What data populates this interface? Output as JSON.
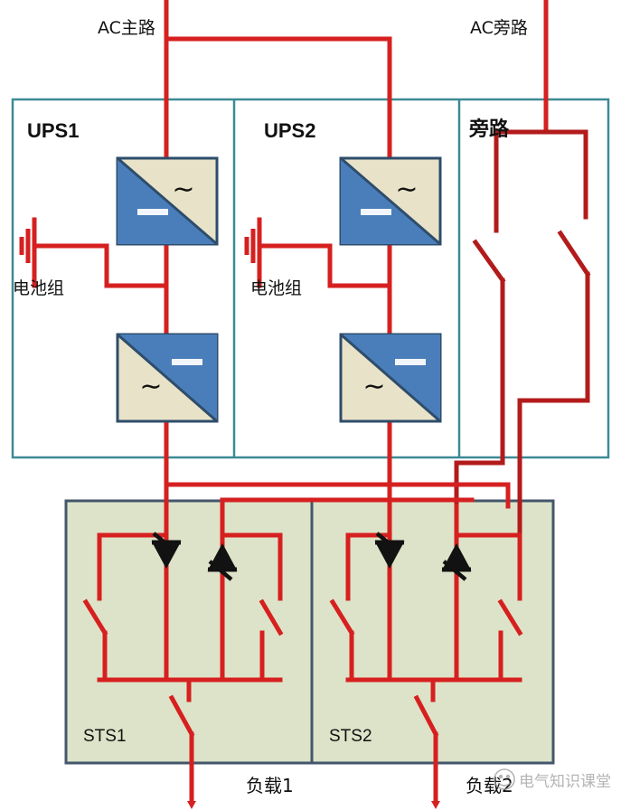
{
  "diagram": {
    "title_visible": false,
    "type": "single-line-electrical-schematic",
    "colors": {
      "wire": "#d62020",
      "wire_dark": "#b31b1b",
      "ups_box_border": "#3d8a96",
      "ups_box_fill": "#ffffff",
      "sts_box_border": "#44566b",
      "sts_box_fill": "#dde3c8",
      "converter_border": "#2e4d6b",
      "converter_dc_fill": "#4a7ebb",
      "converter_ac_fill": "#e8e2c8",
      "symbol_black": "#121212",
      "background": "#ffffff"
    }
  },
  "sources": {
    "ac_main_label": "AC主路",
    "ac_bypass_label": "AC旁路"
  },
  "panels": [
    {
      "id": "ups1",
      "label": "UPS1"
    },
    {
      "id": "ups2",
      "label": "UPS2"
    },
    {
      "id": "bypass",
      "label": "旁路"
    }
  ],
  "ups1": {
    "title": "UPS1",
    "battery_label": "电池组",
    "rectifier": {
      "ac_symbol": "∼",
      "dc_symbol": "—"
    },
    "inverter": {
      "ac_symbol": "∼",
      "dc_symbol": "—"
    }
  },
  "ups2": {
    "title": "UPS2",
    "battery_label": "电池组",
    "rectifier": {
      "ac_symbol": "∼",
      "dc_symbol": "—"
    },
    "inverter": {
      "ac_symbol": "∼",
      "dc_symbol": "—"
    }
  },
  "bypass": {
    "title": "旁路",
    "switch_count": 2
  },
  "sts": [
    {
      "id": "sts1",
      "label": "STS1",
      "thyristor_up": "thyristor-forward",
      "thyristor_down": "thyristor-reverse",
      "switch_count": 3
    },
    {
      "id": "sts2",
      "label": "STS2",
      "thyristor_up": "thyristor-forward",
      "thyristor_down": "thyristor-reverse",
      "switch_count": 3
    }
  ],
  "loads": [
    {
      "id": "load1",
      "label": "负载1"
    },
    {
      "id": "load2",
      "label": "负载2"
    }
  ],
  "watermark": {
    "text": "电气知识课堂",
    "icon": "circle-logo-icon"
  }
}
